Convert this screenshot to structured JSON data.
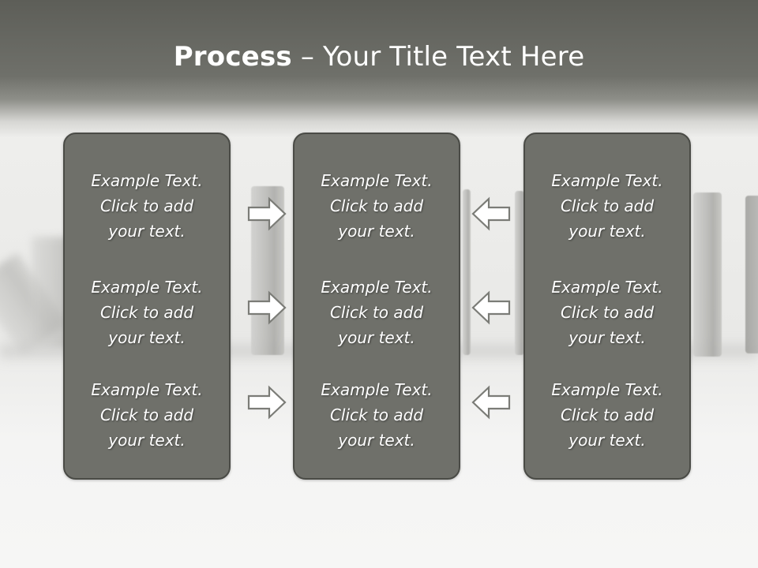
{
  "title": {
    "bold": "Process",
    "rest": " – Your Title Text Here"
  },
  "panels": [
    {
      "items": [
        {
          "line1": "Example Text.",
          "line2": "Click  to add",
          "line3": "your text."
        },
        {
          "line1": "Example Text.",
          "line2": "Click  to add",
          "line3": "your text."
        },
        {
          "line1": "Example Text.",
          "line2": "Click  to add",
          "line3": "your text."
        }
      ]
    },
    {
      "items": [
        {
          "line1": "Example Text.",
          "line2": "Click  to add",
          "line3": "your text."
        },
        {
          "line1": "Example Text.",
          "line2": "Click  to add",
          "line3": "your text."
        },
        {
          "line1": "Example Text.",
          "line2": "Click  to add",
          "line3": "your text."
        }
      ]
    },
    {
      "items": [
        {
          "line1": "Example Text.",
          "line2": "Click  to add",
          "line3": "your text."
        },
        {
          "line1": "Example Text.",
          "line2": "Click  to add",
          "line3": "your text."
        },
        {
          "line1": "Example Text.",
          "line2": "Click  to add",
          "line3": "your text."
        }
      ]
    }
  ],
  "icons": {
    "left_arrows": "arrow-right-icon",
    "right_arrows": "arrow-left-icon"
  },
  "colors": {
    "panel_fill": "#6f706a",
    "panel_border": "#4a4b46",
    "header_band": "#5d5e58",
    "text": "#ffffff"
  }
}
